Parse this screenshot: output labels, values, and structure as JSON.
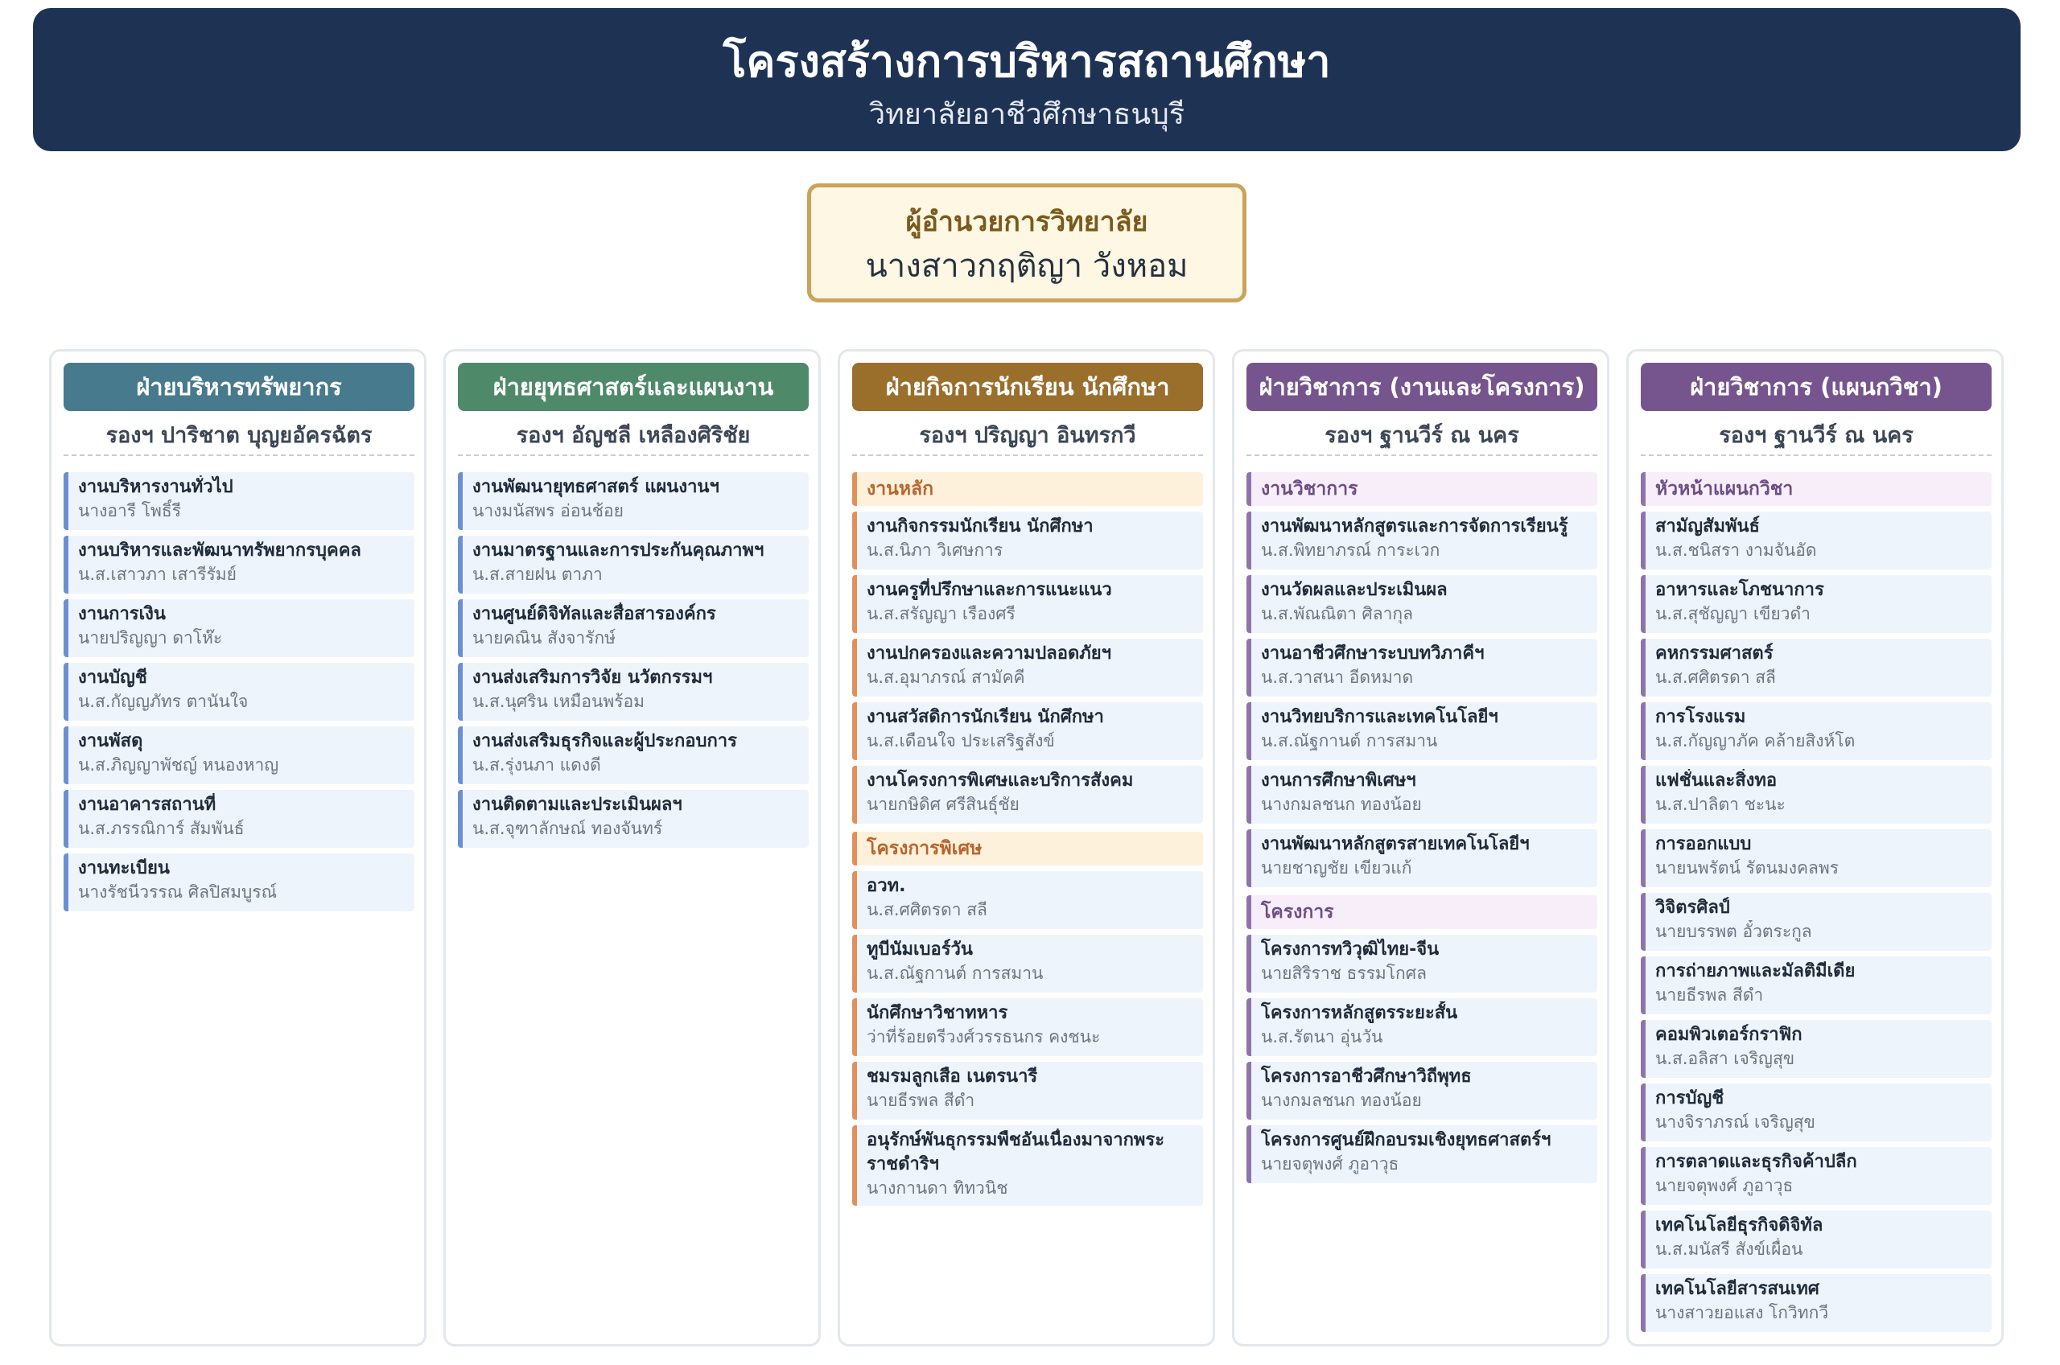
{
  "header": {
    "title": "โครงสร้างการบริหารสถานศึกษา",
    "subtitle": "วิทยาลัยอาชีวศึกษาธนบุรี"
  },
  "director": {
    "role": "ผู้อำนวยการวิทยาลัย",
    "name": "นางสาวกฤติญา วังหอม"
  },
  "columns": [
    {
      "title": "ฝ่ายบริหารทรัพยากร",
      "deputy": "รองฯ ปาริชาต บุญยอัครฉัตร",
      "items": [
        {
          "task": "งานบริหารงานทั่วไป",
          "person": "นางอารี   โพธิ์รี"
        },
        {
          "task": "งานบริหารและพัฒนาทรัพยากรบุคคล",
          "person": "น.ส.เสาวภา เสารีรัมย์"
        },
        {
          "task": "งานการเงิน",
          "person": "นายปริญญา ดาโห๊ะ"
        },
        {
          "task": "งานบัญชี",
          "person": "น.ส.กัญญภัทร ตานันใจ"
        },
        {
          "task": "งานพัสดุ",
          "person": "น.ส.ภิญญาพัชญ์ หนองหาญ"
        },
        {
          "task": "งานอาคารสถานที่",
          "person": "น.ส.ภรรณิการ์ สัมพันธ์"
        },
        {
          "task": "งานทะเบียน",
          "person": "นางรัชนีวรรณ ศิลปิสมบูรณ์"
        }
      ]
    },
    {
      "title": "ฝ่ายยุทธศาสตร์และแผนงาน",
      "deputy": "รองฯ อัญชลี เหลืองศิริชัย",
      "items": [
        {
          "task": "งานพัฒนายุทธศาสตร์ แผนงานฯ",
          "person": "นางมนัสพร อ่อนช้อย"
        },
        {
          "task": "งานมาตรฐานและการประกันคุณภาพฯ",
          "person": "น.ส.สายฝน ตาภา"
        },
        {
          "task": "งานศูนย์ดิจิทัลและสื่อสารองค์กร",
          "person": "นายคณิน สังจารักษ์"
        },
        {
          "task": "งานส่งเสริมการวิจัย นวัตกรรมฯ",
          "person": "น.ส.นุศริน เหมือนพร้อม"
        },
        {
          "task": "งานส่งเสริมธุรกิจและผู้ประกอบการ",
          "person": "น.ส.รุ่งนภา แดงดี"
        },
        {
          "task": "งานติดตามและประเมินผลฯ",
          "person": "น.ส.จุฑาลักษณ์ ทองจันทร์"
        }
      ]
    },
    {
      "title": "ฝ่ายกิจการนักเรียน นักศึกษา",
      "deputy": "รองฯ ปริญญา อินทรกวี",
      "sections": [
        {
          "label": "งานหลัก",
          "items": [
            {
              "task": "งานกิจกรรมนักเรียน นักศึกษา",
              "person": "น.ส.นิภา วิเศษการ"
            },
            {
              "task": "งานครูที่ปรึกษาและการแนะแนว",
              "person": "น.ส.สรัญญา เรืองศรี"
            },
            {
              "task": "งานปกครองและความปลอดภัยฯ",
              "person": "น.ส.อุมาภรณ์ สามัคคี"
            },
            {
              "task": "งานสวัสดิการนักเรียน นักศึกษา",
              "person": "น.ส.เดือนใจ ประเสริฐสังข์"
            },
            {
              "task": "งานโครงการพิเศษและบริการสังคม",
              "person": "นายกษิดิศ ศรีสินธุ์ชัย"
            }
          ]
        },
        {
          "label": "โครงการพิเศษ",
          "items": [
            {
              "task": "อวท.",
              "person": "น.ส.ศศิตรดา สลี"
            },
            {
              "task": "ทูบีนัมเบอร์วัน",
              "person": "น.ส.ณัฐกานต์ การสมาน"
            },
            {
              "task": "นักศึกษาวิชาทหาร",
              "person": "ว่าที่ร้อยตรีวงศ์วรรธนกร คงชนะ"
            },
            {
              "task": "ชมรมลูกเสือ เนตรนารี",
              "person": "นายธีรพล สีดำ"
            },
            {
              "task": "อนุรักษ์พันธุกรรมพืชอันเนื่องมาจากพระราชดำริฯ",
              "person": "นางกานดา ทิทวนิช"
            }
          ]
        }
      ]
    },
    {
      "title": "ฝ่ายวิชาการ (งานและโครงการ)",
      "deputy": "รองฯ ฐานวีร์ ณ นคร",
      "sections": [
        {
          "label": "งานวิชาการ",
          "items": [
            {
              "task": "งานพัฒนาหลักสูตรและการจัดการเรียนรู้",
              "person": "น.ส.พิทยาภรณ์ การะเวก"
            },
            {
              "task": "งานวัดผลและประเมินผล",
              "person": "น.ส.พัณณิตา ศิลากุล"
            },
            {
              "task": "งานอาชีวศึกษาระบบทวิภาคีฯ",
              "person": "น.ส.วาสนา อีดหมาด"
            },
            {
              "task": "งานวิทยบริการและเทคโนโลยีฯ",
              "person": "น.ส.ณัฐกานต์ การสมาน"
            },
            {
              "task": "งานการศึกษาพิเศษฯ",
              "person": "นางกมลชนก ทองน้อย"
            },
            {
              "task": "งานพัฒนาหลักสูตรสายเทคโนโลยีฯ",
              "person": "นายชาญชัย เขียวแก้"
            }
          ]
        },
        {
          "label": "โครงการ",
          "items": [
            {
              "task": "โครงการทวิวุฒิไทย-จีน",
              "person": "นายสิริราช ธรรมโกศล"
            },
            {
              "task": "โครงการหลักสูตรระยะสั้น",
              "person": "น.ส.รัตนา อุ่นวัน"
            },
            {
              "task": "โครงการอาชีวศึกษาวิถีพุทธ",
              "person": "นางกมลชนก ทองน้อย"
            },
            {
              "task": "โครงการศูนย์ฝึกอบรมเชิงยุทธศาสตร์ฯ",
              "person": "นายจตุพงศ์ ภูอาวุธ"
            }
          ]
        }
      ]
    },
    {
      "title": "ฝ่ายวิชาการ (แผนกวิชา)",
      "deputy": "รองฯ ฐานวีร์ ณ นคร",
      "sections": [
        {
          "label": "หัวหน้าแผนกวิชา",
          "items": [
            {
              "task": "สามัญสัมพันธ์",
              "person": "น.ส.ชนิสรา งามจันอัด"
            },
            {
              "task": "อาหารและโภชนาการ",
              "person": "น.ส.สุชัญญา เขียวดำ"
            },
            {
              "task": "คหกรรมศาสตร์",
              "person": "น.ส.ศศิตรดา สลี"
            },
            {
              "task": "การโรงแรม",
              "person": "น.ส.กัญญาภัค คล้ายสิงห์โต"
            },
            {
              "task": "แฟชั่นและสิ่งทอ",
              "person": "น.ส.ปาลิตา ชะนะ"
            },
            {
              "task": "การออกแบบ",
              "person": "นายนพรัตน์ รัตนมงคลพร"
            },
            {
              "task": "วิจิตรศิลป์",
              "person": "นายบรรพต อั๋วตระกูล"
            },
            {
              "task": "การถ่ายภาพและมัลติมีเดีย",
              "person": "นายธีรพล สีดำ"
            },
            {
              "task": "คอมพิวเตอร์กราฟิก",
              "person": "น.ส.อลิสา เจริญสุข"
            },
            {
              "task": "การบัญชี",
              "person": "นางจิราภรณ์ เจริญสุข"
            },
            {
              "task": "การตลาดและธุรกิจค้าปลีก",
              "person": "นายจตุพงศ์ ภูอาวุธ"
            },
            {
              "task": "เทคโนโลยีธุรกิจดิจิทัล",
              "person": "น.ส.มนัสรี สังข์เผื่อน"
            },
            {
              "task": "เทคโนโลยีสารสนเทศ",
              "person": "นางสาวยอแสง โกวิทกวี"
            }
          ]
        }
      ]
    }
  ]
}
